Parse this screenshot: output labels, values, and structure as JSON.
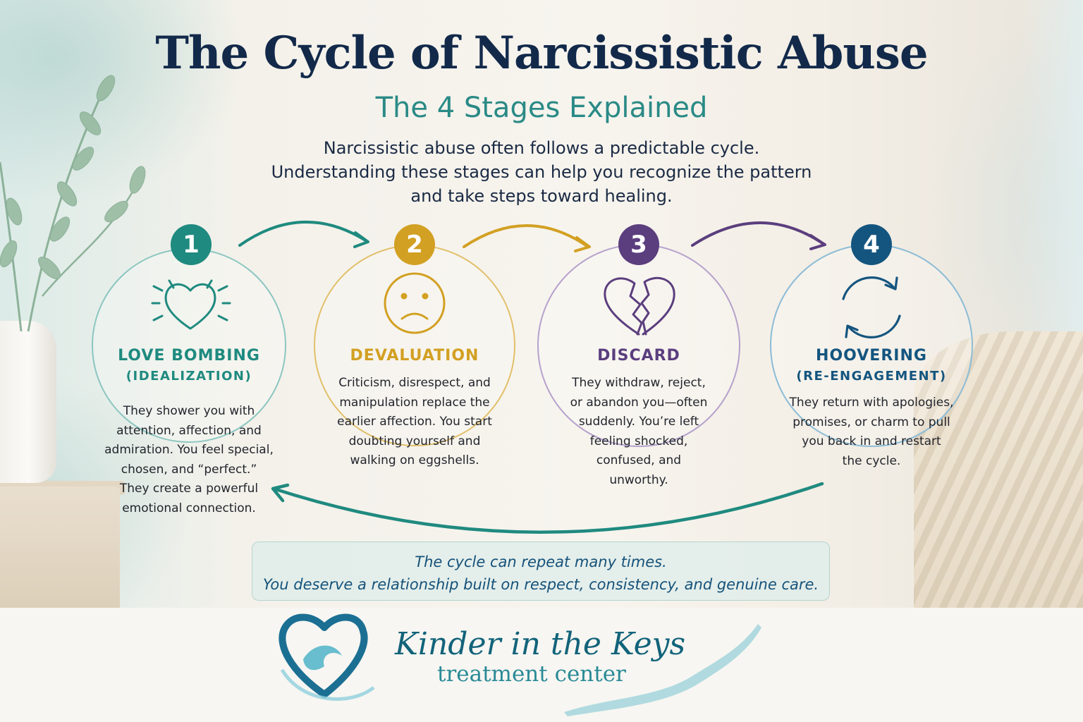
{
  "title": "The Cycle of Narcissistic Abuse",
  "subtitle": "The 4 Stages Explained",
  "intro_lines": [
    "Narcissistic abuse often follows a predictable cycle.",
    "Understanding these stages can help you recognize the pattern",
    "and take steps toward healing."
  ],
  "stages": [
    {
      "number": "1",
      "title": "LOVE BOMBING",
      "subtitle": "(IDEALIZATION)",
      "icon": "heart-with-rays-icon",
      "color": "#1f8a7f",
      "lines": [
        "They shower you with",
        "attention, affection, and",
        "admiration. You feel special,",
        "chosen, and “perfect.”",
        "They create a powerful",
        "emotional connection."
      ]
    },
    {
      "number": "2",
      "title": "DEVALUATION",
      "subtitle": "",
      "icon": "sad-face-icon",
      "color": "#d2a022",
      "lines": [
        "Criticism, disrespect, and",
        "manipulation replace the",
        "earlier affection. You start",
        "doubting yourself and",
        "walking on eggshells."
      ]
    },
    {
      "number": "3",
      "title": "DISCARD",
      "subtitle": "",
      "icon": "broken-heart-icon",
      "color": "#5b3e7e",
      "lines": [
        "They withdraw, reject,",
        "or abandon you—often",
        "suddenly. You’re left",
        "feeling shocked,",
        "confused, and",
        "unworthy."
      ]
    },
    {
      "number": "4",
      "title": "HOOVERING",
      "subtitle": "(RE-ENGAGEMENT)",
      "icon": "cycle-arrows-icon",
      "color": "#14557f",
      "lines": [
        "They return with apologies,",
        "promises, or charm to pull",
        "you back in and restart",
        "the cycle."
      ]
    }
  ],
  "note_lines": [
    "The cycle can repeat many times.",
    "You deserve a relationship built on respect, consistency, and genuine care."
  ],
  "brand": {
    "name": "Kinder in the Keys",
    "tagline": "treatment center",
    "logo_icon": "heart-wave-logo-icon",
    "colors": {
      "primary": "#12637a",
      "accent": "#4fb3c8"
    }
  }
}
